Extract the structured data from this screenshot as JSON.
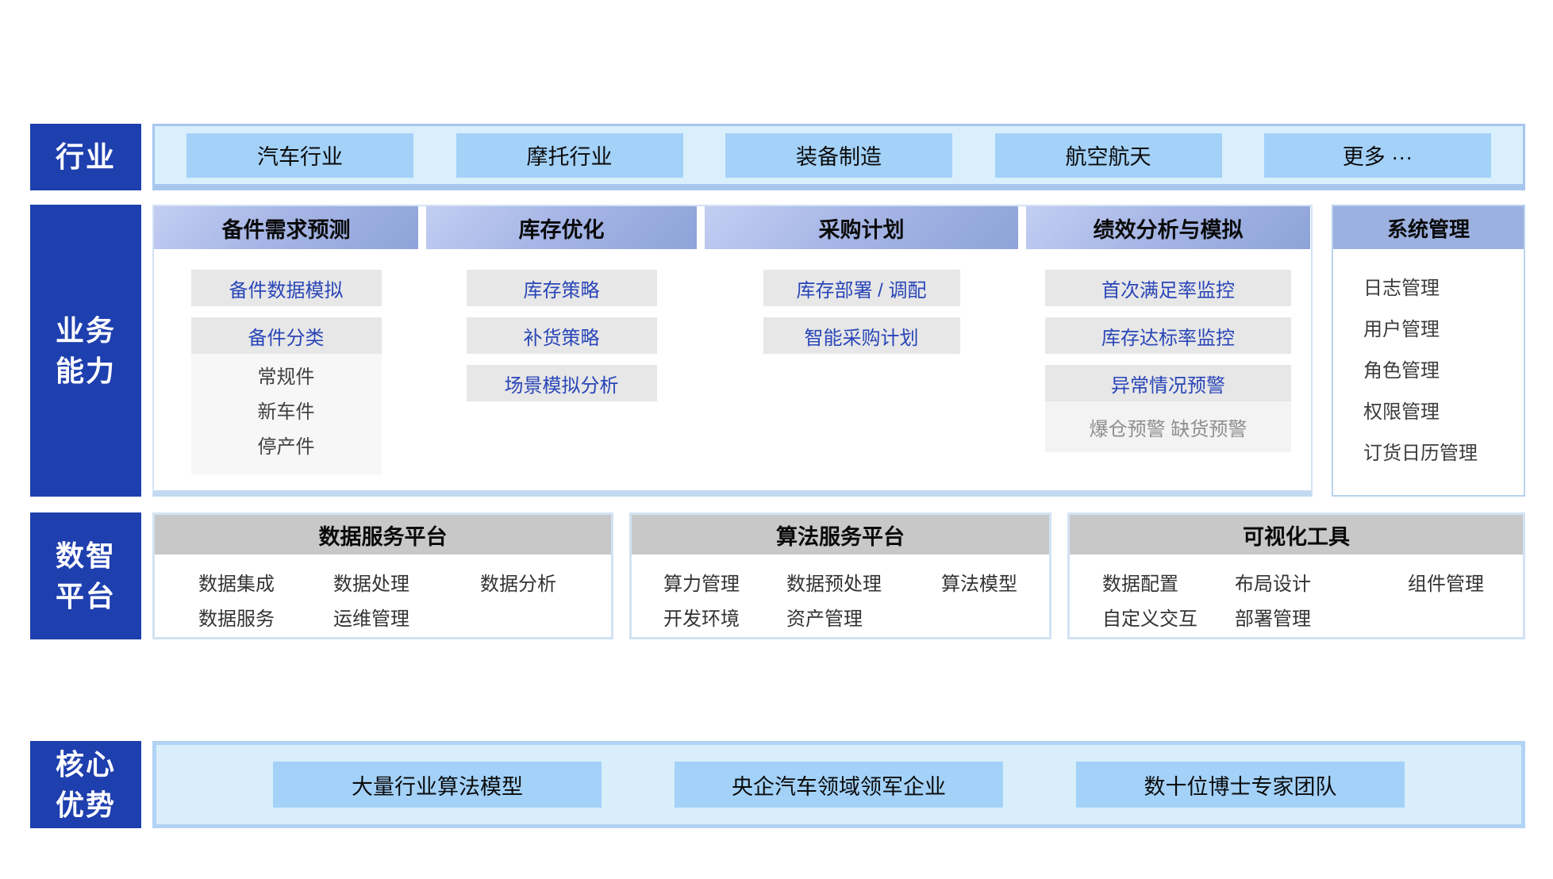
{
  "sidebar": {
    "industry": "行业",
    "business_line1": "业务",
    "business_line2": "能力",
    "platform_line1": "数智",
    "platform_line2": "平台",
    "advantage_line1": "核心",
    "advantage_line2": "优势"
  },
  "industries": {
    "items": [
      "汽车行业",
      "摩托行业",
      "装备制造",
      "航空航天",
      "更多 ···"
    ]
  },
  "business": {
    "columns": [
      {
        "header": "备件需求预测",
        "items": [
          "备件数据模拟",
          "备件分类"
        ],
        "sub_items": [
          "常规件",
          "新车件",
          "停产件"
        ]
      },
      {
        "header": "库存优化",
        "items": [
          "库存策略",
          "补货策略",
          "场景模拟分析"
        ]
      },
      {
        "header": "采购计划",
        "items": [
          "库存部署 / 调配",
          "智能采购计划"
        ]
      },
      {
        "header": "绩效分析与模拟",
        "items": [
          "首次满足率监控",
          "库存达标率监控",
          "异常情况预警"
        ],
        "sub_note": "爆仓预警 缺货预警"
      }
    ],
    "system": {
      "header": "系统管理",
      "items": [
        "日志管理",
        "用户管理",
        "角色管理",
        "权限管理",
        "订货日历管理"
      ]
    }
  },
  "platform": {
    "boxes": [
      {
        "header": "数据服务平台",
        "row1": [
          "数据集成",
          "数据处理",
          "数据分析"
        ],
        "row2": [
          "数据服务",
          "运维管理"
        ]
      },
      {
        "header": "算法服务平台",
        "row1": [
          "算力管理",
          "数据预处理",
          "算法模型"
        ],
        "row2": [
          "开发环境",
          "资产管理"
        ]
      },
      {
        "header": "可视化工具",
        "row1": [
          "数据配置",
          "布局设计",
          "组件管理"
        ],
        "row2": [
          "自定义交互",
          "部署管理"
        ]
      }
    ]
  },
  "advantages": {
    "items": [
      "大量行业算法模型",
      "央企汽车领域领军企业",
      "数十位博士专家团队"
    ]
  },
  "colors": {
    "rail_blue": "#1e3fae",
    "chip_blue": "#a3d1f8",
    "band_fill_light_blue": "#d9effc",
    "band_border_blue": "#a6c6ee",
    "cap_header_gradient_start": "#c3cef2",
    "cap_header_gradient_end": "#8ea3d9",
    "system_header_blue": "#9cb1e0",
    "item_gray_bg": "#e7e7e7",
    "item_text_blue": "#2a46b8",
    "platform_header_gray": "#c8c8c8"
  }
}
